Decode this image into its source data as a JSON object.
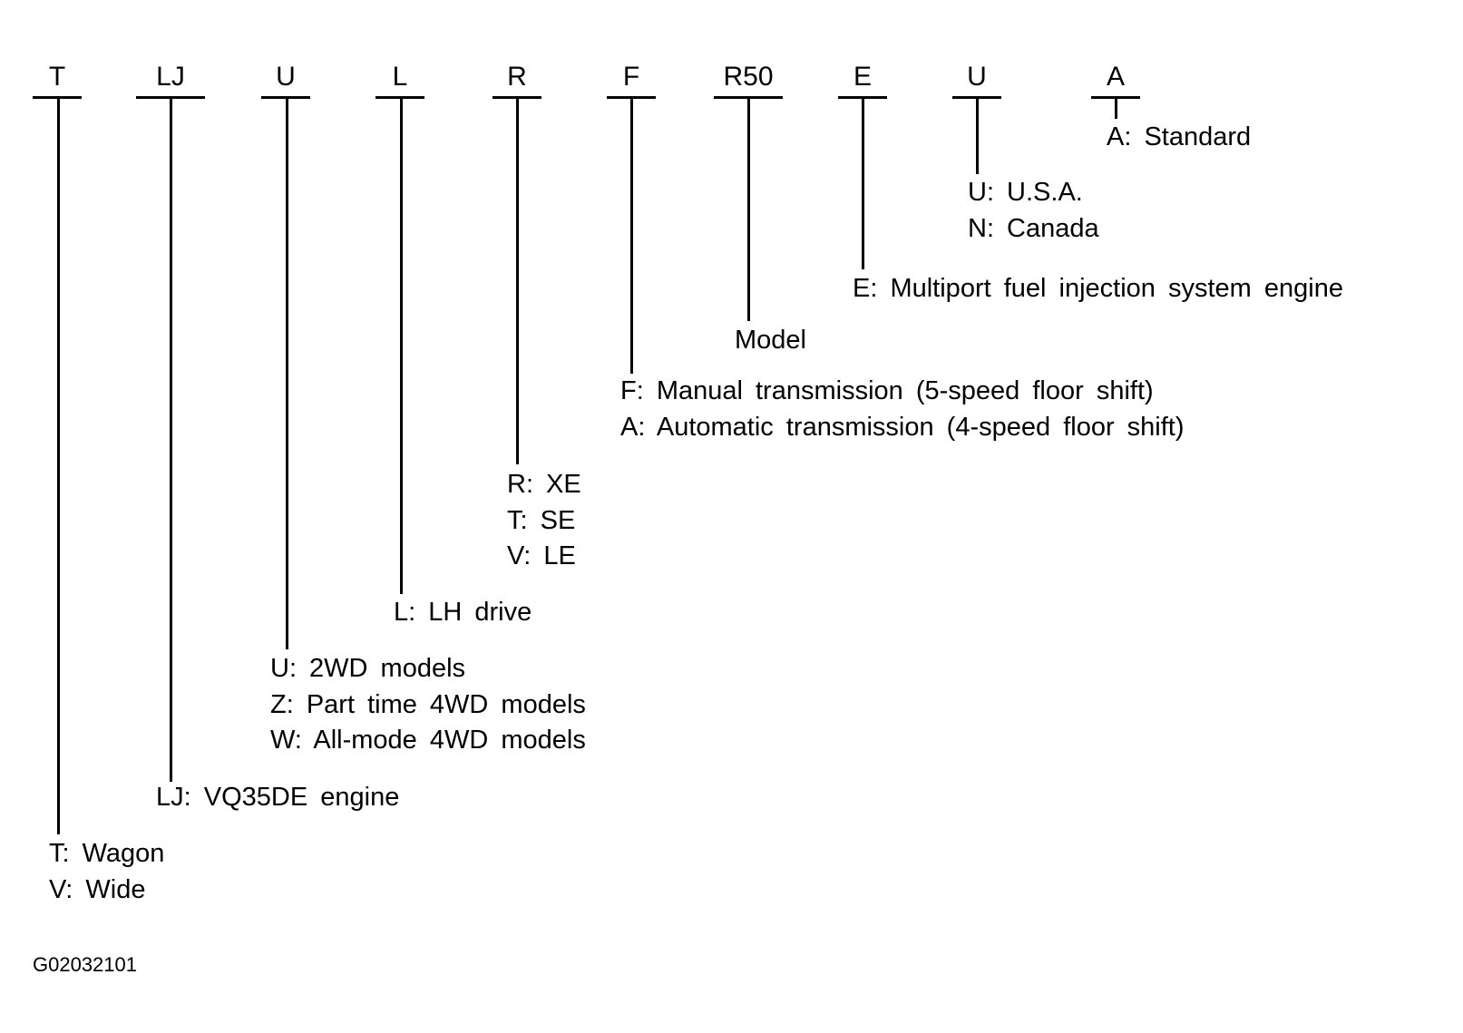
{
  "segments": [
    {
      "code": "T",
      "lines": [
        "T: Wagon",
        "V: Wide"
      ]
    },
    {
      "code": "LJ",
      "lines": [
        "LJ: VQ35DE engine"
      ]
    },
    {
      "code": "U",
      "lines": [
        "U: 2WD models",
        "Z: Part time 4WD models",
        "W: All-mode 4WD models"
      ]
    },
    {
      "code": "L",
      "lines": [
        "L: LH drive"
      ]
    },
    {
      "code": "R",
      "lines": [
        "R: XE",
        "T: SE",
        "V: LE"
      ]
    },
    {
      "code": "F",
      "lines": [
        "F: Manual transmission (5-speed floor shift)",
        "A: Automatic transmission (4-speed floor shift)"
      ]
    },
    {
      "code": "R50",
      "lines": [
        "Model"
      ]
    },
    {
      "code": "E",
      "lines": [
        "E: Multiport fuel injection system engine"
      ]
    },
    {
      "code": "U",
      "lines": [
        "U: U.S.A.",
        "N: Canada"
      ]
    },
    {
      "code": "A",
      "lines": [
        "A: Standard"
      ]
    }
  ],
  "figure_id": "G02032101"
}
